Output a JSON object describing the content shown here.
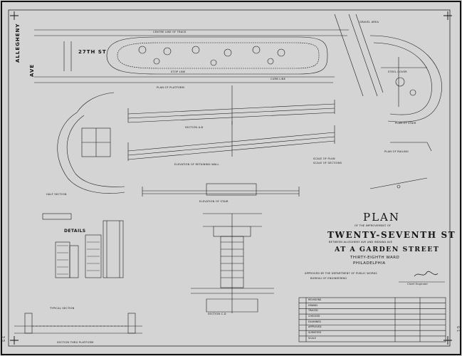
{
  "streets": {
    "allegheny": "ALLEGHENY",
    "ave": "AVE",
    "twenty_seventh": "27TH ST"
  },
  "plan_labels": {
    "centre_line": "CENTRE LINE OF TRACK",
    "curb_line": "CURB LINE",
    "stop_line": "STOP LINE",
    "plan_platform": "PLAN OF PLATFORM",
    "steel_cover": "STEEL COVER",
    "plan_stair": "PLAN OF STAIR",
    "gravel_area": "GRAVEL AREA"
  },
  "sections": {
    "section_ab": "SECTION A-B",
    "elevation_retaining": "ELEVATION OF RETAINING WALL",
    "details": "DETAILS",
    "section_cd": "SECTION C-D",
    "half_section": "HALF SECTION",
    "typical_section": "TYPICAL SECTION",
    "elevation_stair": "ELEVATION OF STAIR",
    "plan_rail": "PLAN OF RAILING",
    "section_platform": "SECTION THRU PLATFORM"
  },
  "title": {
    "line1": "PLAN",
    "line2": "OF THE IMPROVEMENT OF",
    "line3": "TWENTY-SEVENTH ST",
    "line4": "BETWEEN ALLEGHENY AVE AND INDIANA AVE",
    "line5": "AT A GARDEN STREET",
    "line6": "THIRTY-EIGHTH WARD",
    "line7": "PHILADELPHIA"
  },
  "approval": {
    "note1": "APPROVED BY THE DEPARTMENT OF PUBLIC WORKS",
    "note2": "BUREAU OF ENGINEERING",
    "signature": "Chief Engineer"
  },
  "title_block": {
    "rows": [
      {
        "desc": "REVISIONS",
        "date": "",
        "by": ""
      },
      {
        "desc": "DRAWN",
        "date": "",
        "by": ""
      },
      {
        "desc": "TRACED",
        "date": "",
        "by": ""
      },
      {
        "desc": "CHECKED",
        "date": "",
        "by": ""
      },
      {
        "desc": "EXAMINED",
        "date": "",
        "by": ""
      },
      {
        "desc": "APPROVED",
        "date": "",
        "by": ""
      },
      {
        "desc": "SURVEYED",
        "date": "",
        "by": ""
      },
      {
        "desc": "SCALE",
        "date": "",
        "by": ""
      }
    ]
  },
  "scale_note": {
    "line1": "SCALE OF PLAN",
    "line2": "SCALE OF SECTIONS"
  },
  "sheet": {
    "corner_left": "S-1",
    "corner_right": "S-1"
  }
}
